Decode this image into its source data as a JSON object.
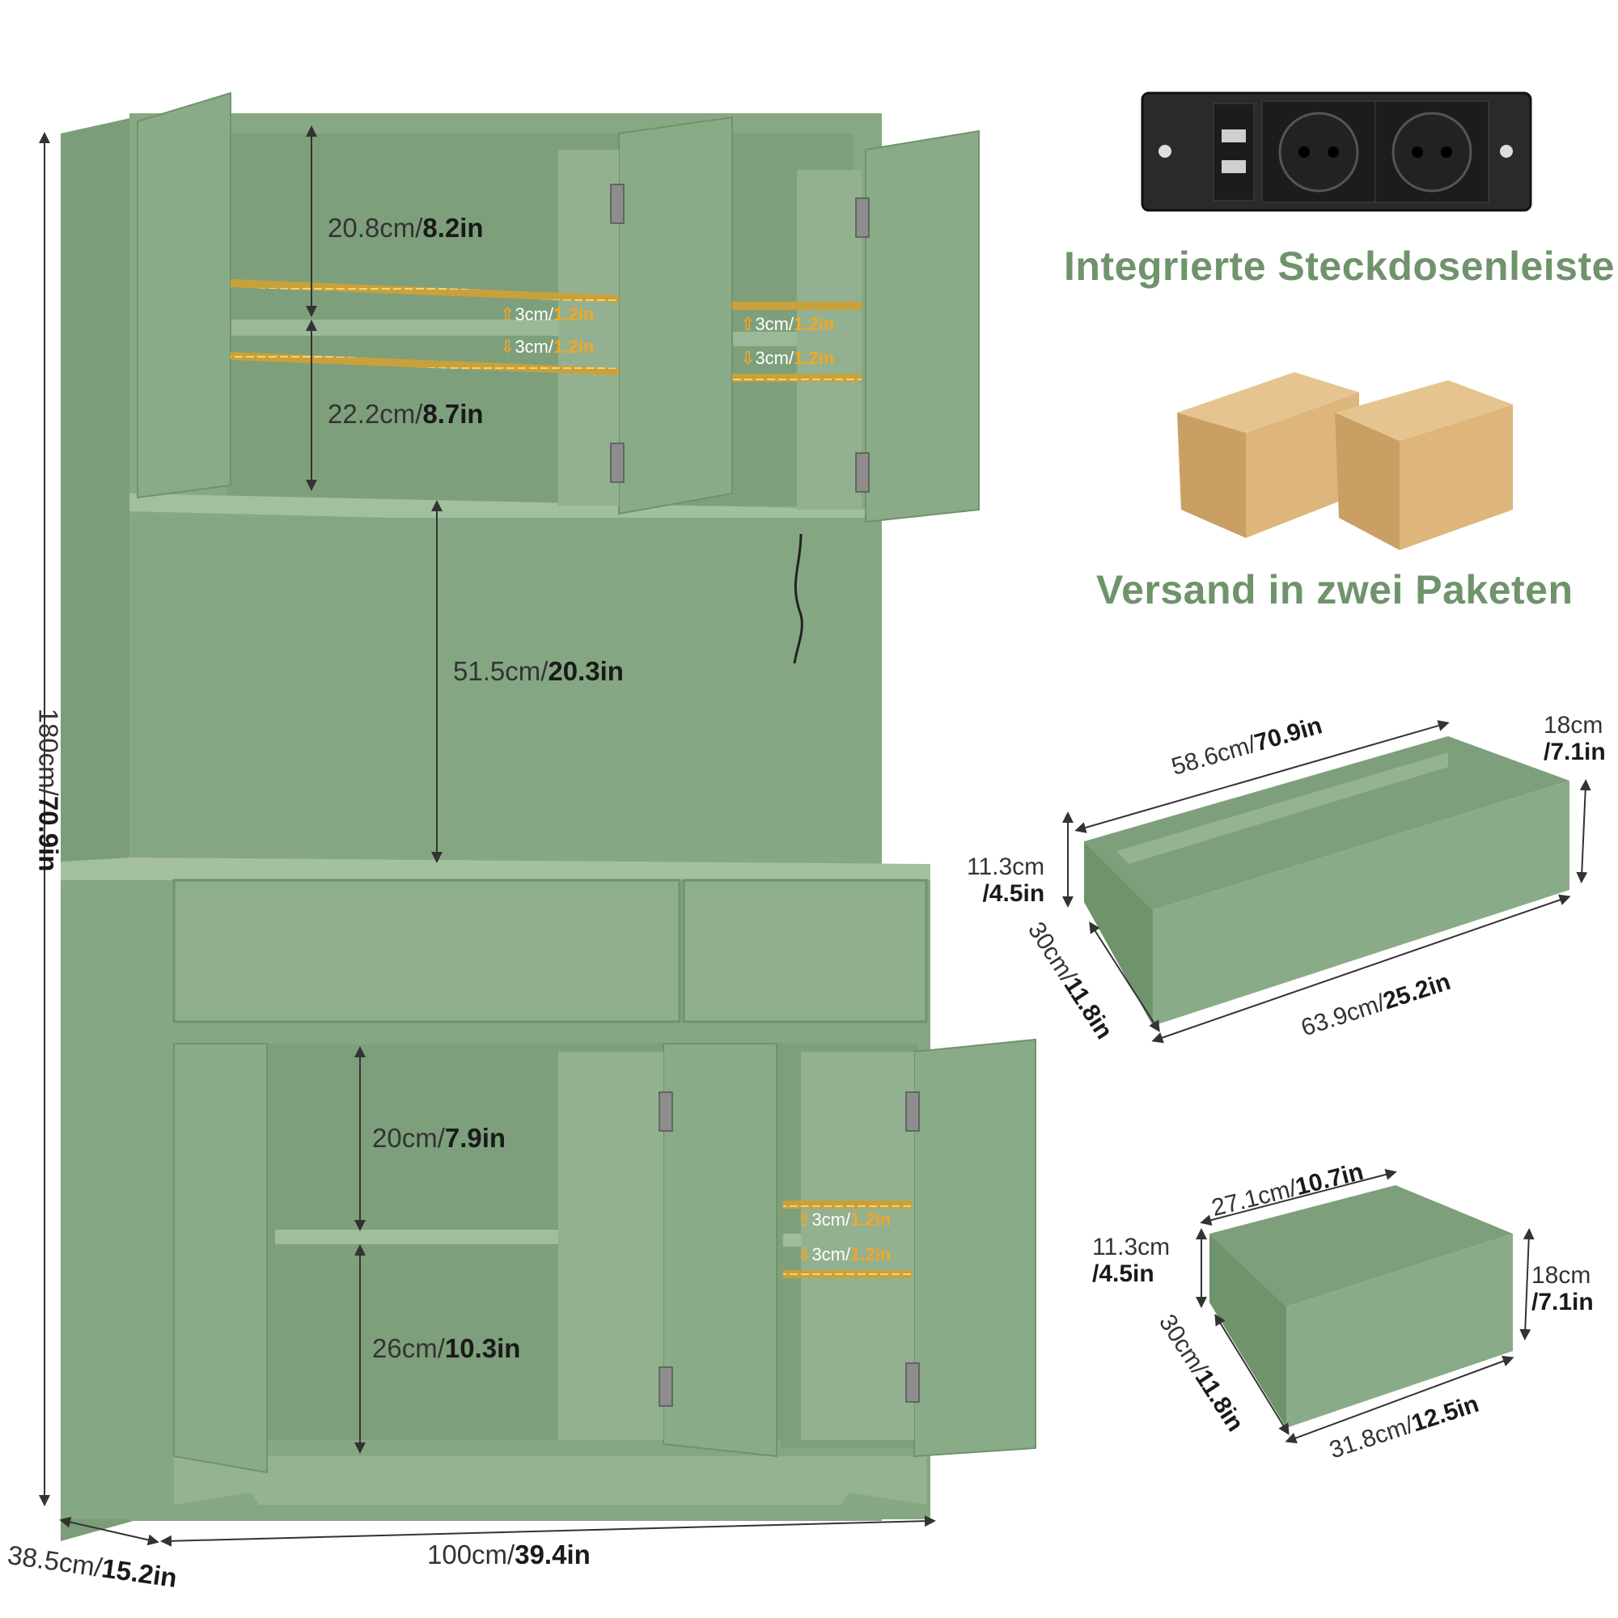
{
  "features": {
    "power_strip": "Integrierte Steckdosenleiste",
    "shipping": "Versand in zwei Paketen"
  },
  "colors": {
    "cabinet": "#87a884",
    "cabinet_dark": "#6f936b",
    "accent": "#f5a623",
    "title": "#6f936b"
  },
  "cabinet_dims": {
    "height": {
      "cm": "180cm/",
      "in": "70.9in"
    },
    "width": {
      "cm": "100cm/",
      "in": "39.4in"
    },
    "depth": {
      "cm": "38.5cm/",
      "in": "15.2in"
    },
    "top_upper": {
      "cm": "20.8cm/",
      "in": "8.2in"
    },
    "top_lower": {
      "cm": "22.2cm/",
      "in": "8.7in"
    },
    "open_shelf": {
      "cm": "51.5cm/",
      "in": "20.3in"
    },
    "bottom_upper": {
      "cm": "20cm/",
      "in": "7.9in"
    },
    "bottom_lower": {
      "cm": "26cm/",
      "in": "10.3in"
    }
  },
  "adjust": {
    "cm": "3cm/",
    "in": "1.2in"
  },
  "large_drawer": {
    "inner_len": {
      "cm": "58.6cm/",
      "in": "70.9in"
    },
    "outer_len": {
      "cm": "63.9cm/",
      "in": "25.2in"
    },
    "depth": {
      "cm": "30cm/",
      "in": "11.8in"
    },
    "inner_h": {
      "cm": "11.3cm",
      "in": "/4.5in"
    },
    "outer_h": {
      "cm": "18cm",
      "in": "/7.1in"
    }
  },
  "small_drawer": {
    "inner_len": {
      "cm": "27.1cm/",
      "in": "10.7in"
    },
    "outer_len": {
      "cm": "31.8cm/",
      "in": "12.5in"
    },
    "depth": {
      "cm": "30cm/",
      "in": "11.8in"
    },
    "inner_h": {
      "cm": "11.3cm",
      "in": "/4.5in"
    },
    "outer_h": {
      "cm": "18cm",
      "in": "/7.1in"
    }
  }
}
